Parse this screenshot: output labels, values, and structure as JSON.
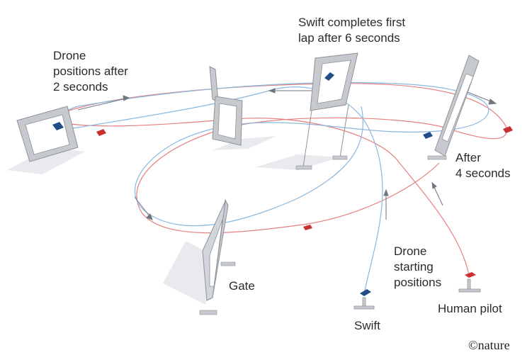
{
  "labels": {
    "drone_positions": "Drone\npositions after\n2 seconds",
    "first_lap": "Swift completes first\nlap after 6 seconds",
    "after_4": "After\n4 seconds",
    "gate": "Gate",
    "start_positions": "Drone\nstarting\npositions",
    "swift": "Swift",
    "human_pilot": "Human pilot",
    "credit": "©nature"
  },
  "colors": {
    "swift_path": "#8ab8de",
    "human_path": "#e58080",
    "swift_drone": "#1f4f86",
    "human_drone": "#c8312f",
    "gate_face": "#c6c9ce",
    "gate_edge": "#8e939a",
    "shadow": "#e3e5e8",
    "arrow": "#6f7780"
  }
}
